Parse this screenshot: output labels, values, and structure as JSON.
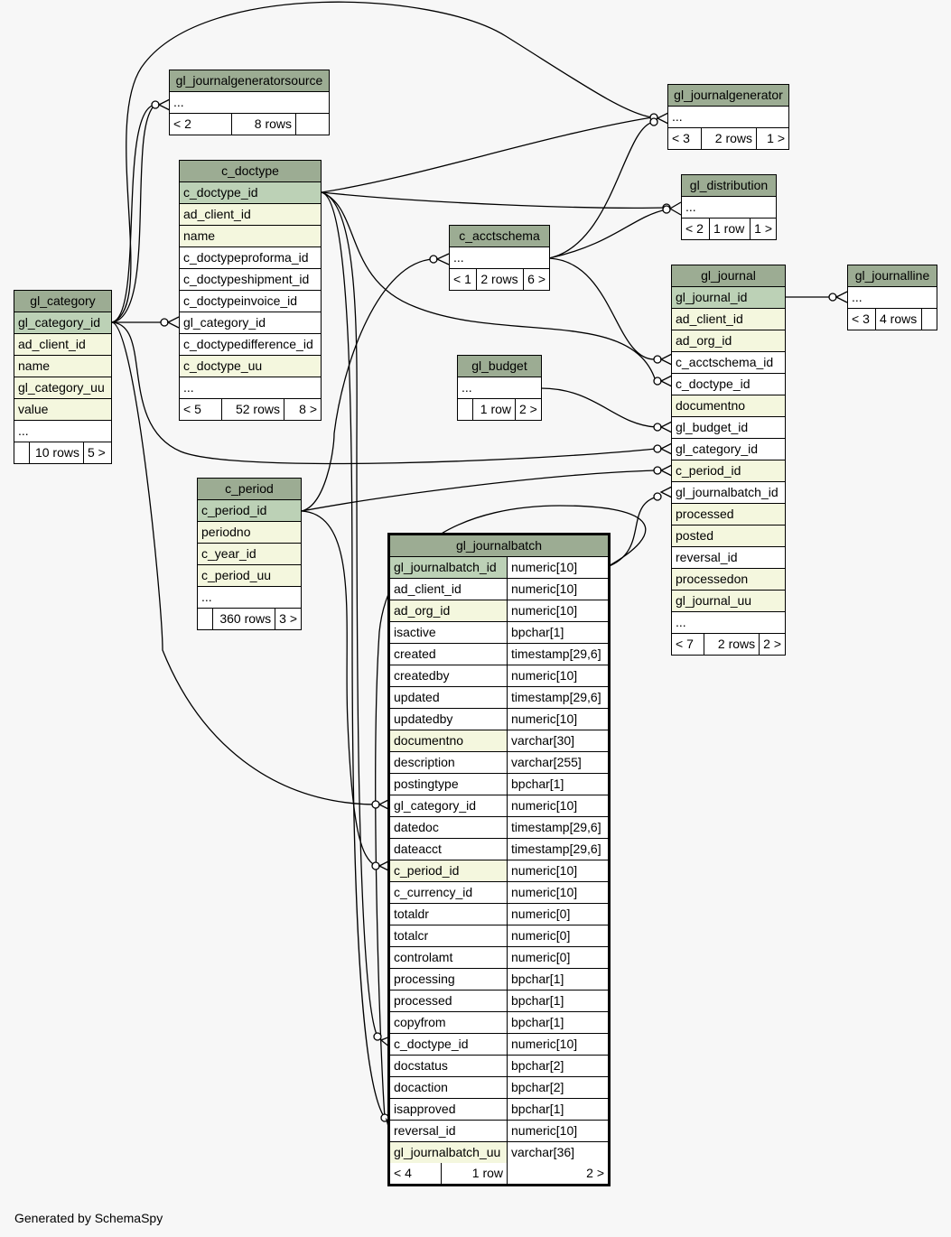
{
  "credit": "Generated by SchemaSpy",
  "tables": {
    "gl_journalgeneratorsource": {
      "title": "gl_journalgeneratorsource",
      "rows": [
        "..."
      ],
      "foot": [
        "< 2",
        "8 rows",
        ""
      ]
    },
    "gl_journalgenerator": {
      "title": "gl_journalgenerator",
      "rows": [
        "..."
      ],
      "foot": [
        "< 3",
        "2 rows",
        "1 >"
      ]
    },
    "gl_distribution": {
      "title": "gl_distribution",
      "rows": [
        "..."
      ],
      "foot": [
        "< 2",
        "1 row",
        "1 >"
      ]
    },
    "c_doctype": {
      "title": "c_doctype",
      "rows": [
        "c_doctype_id",
        "ad_client_id",
        "name",
        "c_doctypeproforma_id",
        "c_doctypeshipment_id",
        "c_doctypeinvoice_id",
        "gl_category_id",
        "c_doctypedifference_id",
        "c_doctype_uu",
        "..."
      ],
      "foot": [
        "< 5",
        "52 rows",
        "8 >"
      ]
    },
    "c_acctschema": {
      "title": "c_acctschema",
      "rows": [
        "..."
      ],
      "foot": [
        "< 1",
        "2 rows",
        "6 >"
      ]
    },
    "gl_journal": {
      "title": "gl_journal",
      "rows": [
        "gl_journal_id",
        "ad_client_id",
        "ad_org_id",
        "c_acctschema_id",
        "c_doctype_id",
        "documentno",
        "gl_budget_id",
        "gl_category_id",
        "c_period_id",
        "gl_journalbatch_id",
        "processed",
        "posted",
        "reversal_id",
        "processedon",
        "gl_journal_uu",
        "..."
      ],
      "foot": [
        "< 7",
        "2 rows",
        "2 >"
      ]
    },
    "gl_journalline": {
      "title": "gl_journalline",
      "rows": [
        "..."
      ],
      "foot": [
        "< 3",
        "4 rows",
        ""
      ]
    },
    "gl_category": {
      "title": "gl_category",
      "rows": [
        "gl_category_id",
        "ad_client_id",
        "name",
        "gl_category_uu",
        "value",
        "..."
      ],
      "foot": [
        "",
        "10 rows",
        "5 >"
      ]
    },
    "gl_budget": {
      "title": "gl_budget",
      "rows": [
        "..."
      ],
      "foot": [
        "",
        "1 row",
        "2 >"
      ]
    },
    "c_period": {
      "title": "c_period",
      "rows": [
        "c_period_id",
        "periodno",
        "c_year_id",
        "c_period_uu",
        "..."
      ],
      "foot": [
        "",
        "360 rows",
        "3 >"
      ]
    },
    "gl_journalbatch": {
      "title": "gl_journalbatch",
      "rows": [
        [
          "gl_journalbatch_id",
          "numeric[10]"
        ],
        [
          "ad_client_id",
          "numeric[10]"
        ],
        [
          "ad_org_id",
          "numeric[10]"
        ],
        [
          "isactive",
          "bpchar[1]"
        ],
        [
          "created",
          "timestamp[29,6]"
        ],
        [
          "createdby",
          "numeric[10]"
        ],
        [
          "updated",
          "timestamp[29,6]"
        ],
        [
          "updatedby",
          "numeric[10]"
        ],
        [
          "documentno",
          "varchar[30]"
        ],
        [
          "description",
          "varchar[255]"
        ],
        [
          "postingtype",
          "bpchar[1]"
        ],
        [
          "gl_category_id",
          "numeric[10]"
        ],
        [
          "datedoc",
          "timestamp[29,6]"
        ],
        [
          "dateacct",
          "timestamp[29,6]"
        ],
        [
          "c_period_id",
          "numeric[10]"
        ],
        [
          "c_currency_id",
          "numeric[10]"
        ],
        [
          "totaldr",
          "numeric[0]"
        ],
        [
          "totalcr",
          "numeric[0]"
        ],
        [
          "controlamt",
          "numeric[0]"
        ],
        [
          "processing",
          "bpchar[1]"
        ],
        [
          "processed",
          "bpchar[1]"
        ],
        [
          "copyfrom",
          "bpchar[1]"
        ],
        [
          "c_doctype_id",
          "numeric[10]"
        ],
        [
          "docstatus",
          "bpchar[2]"
        ],
        [
          "docaction",
          "bpchar[2]"
        ],
        [
          "isapproved",
          "bpchar[1]"
        ],
        [
          "reversal_id",
          "numeric[10]"
        ],
        [
          "gl_journalbatch_uu",
          "varchar[36]"
        ]
      ],
      "foot": [
        "< 4",
        "1 row",
        "2 >"
      ]
    }
  }
}
